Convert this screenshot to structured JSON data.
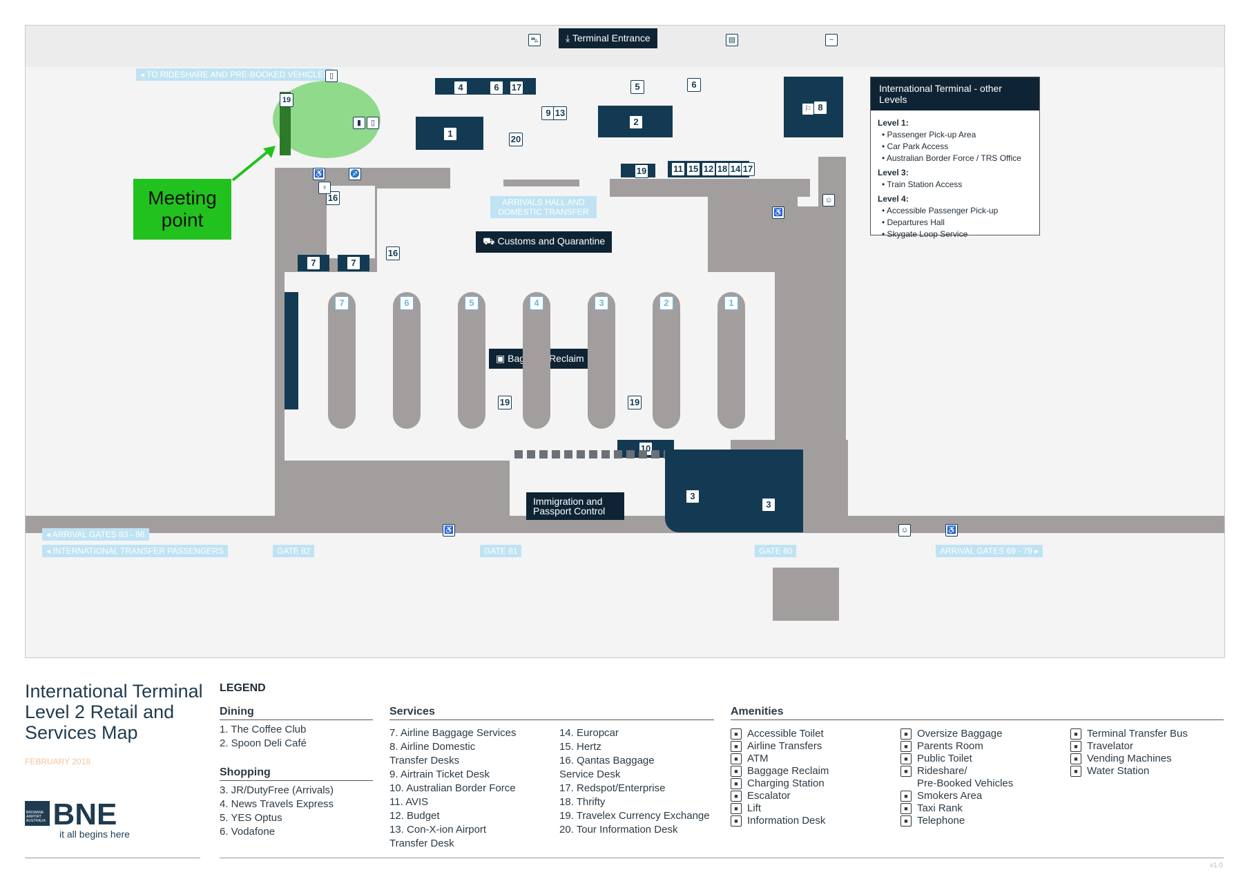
{
  "map": {
    "terminal_entrance": "Terminal Entrance",
    "to_rideshare": "TO RIDESHARE AND PRE-BOOKED VEHICLES",
    "meeting_point": "Meeting point",
    "arrivals_hall": "ARRIVALS HALL AND DOMESTIC TRANSFER",
    "customs": "Customs and Quarantine",
    "baggage_reclaim": "Baggage Reclaim",
    "immigration": "Immigration and Passport Control",
    "arrival_gates_left": "ARRIVAL GATES 83 - 86",
    "intl_transfer": "INTERNATIONAL TRANSFER PASSENGERS",
    "gate_82": "GATE 82",
    "gate_81": "GATE 81",
    "gate_80": "GATE 80",
    "arrival_gates_right": "ARRIVAL GATES 69 - 79",
    "carousels": [
      "7",
      "6",
      "5",
      "4",
      "3",
      "2",
      "1"
    ],
    "shop_numbers": {
      "n1": "1",
      "n2": "2",
      "n3a": "3",
      "n3b": "3",
      "n4": "4",
      "n5": "5",
      "n6a": "6",
      "n6b": "6",
      "n7a": "7",
      "n7b": "7",
      "n8": "8",
      "n9": "9",
      "n10": "10",
      "n11": "11",
      "n12": "12",
      "n13": "13",
      "n14": "14",
      "n15": "15",
      "n16a": "16",
      "n16b": "16",
      "n17a": "17",
      "n17b": "17",
      "n18": "18",
      "n19a": "19",
      "n19b": "19",
      "n19c": "19",
      "n19d": "19",
      "n20": "20"
    },
    "other_levels": {
      "title": "International Terminal - other Levels",
      "levels": [
        {
          "name": "Level 1:",
          "items": [
            "Passenger Pick-up Area",
            "Car Park Access",
            "Australian Border Force / TRS Office"
          ]
        },
        {
          "name": "Level 3:",
          "items": [
            "Train Station Access"
          ]
        },
        {
          "name": "Level 4:",
          "items": [
            "Accessible Passenger Pick-up",
            "Departures Hall",
            "Skygate Loop Service"
          ]
        }
      ]
    }
  },
  "footer": {
    "title_line1": "International Terminal",
    "title_line2": "Level 2 Retail and",
    "title_line3": "Services Map",
    "date": "FEBRUARY 2018",
    "logo_text": "BNE",
    "logo_small": "BRISBANE AIRPORT AUSTRALIA",
    "tagline": "it all begins here",
    "version": "v1.0",
    "legend_title": "LEGEND",
    "dining": {
      "title": "Dining",
      "items": [
        "1.   The Coffee Club",
        "2.   Spoon Deli Café"
      ]
    },
    "shopping": {
      "title": "Shopping",
      "items": [
        "3.   JR/DutyFree (Arrivals)",
        "4.   News Travels Express",
        "5.   YES Optus",
        "6.   Vodafone"
      ]
    },
    "services": {
      "title": "Services",
      "col1": [
        "7.    Airline Baggage Services",
        "8.    Airline Domestic\n       Transfer Desks",
        "9.    Airtrain Ticket Desk",
        "10.  Australian Border Force",
        "11.   AVIS",
        "12.  Budget",
        "13.  Con-X-ion Airport\n       Transfer Desk"
      ],
      "col2": [
        "14.  Europcar",
        "15.  Hertz",
        "16.  Qantas Baggage\n       Service Desk",
        "17.  Redspot/Enterprise",
        "18.  Thrifty",
        "19.  Travelex Currency Exchange",
        "20.  Tour Information Desk"
      ]
    },
    "amenities": {
      "title": "Amenities",
      "col1": [
        "Accessible Toilet",
        "Airline Transfers",
        "ATM",
        "Baggage Reclaim",
        "Charging Station",
        "Escalator",
        "Lift",
        "Information Desk"
      ],
      "col2": [
        "Oversize Baggage",
        "Parents Room",
        "Public Toilet",
        "Rideshare/\nPre-Booked Vehicles",
        "Smokers Area",
        "Taxi Rank",
        "Telephone"
      ],
      "col3": [
        "Terminal Transfer Bus",
        "Travelator",
        "Vending Machines",
        "Water Station"
      ]
    }
  },
  "colors": {
    "navy": "#133a52",
    "grey": "#a39e9e",
    "meeting_green": "#22c21e",
    "light_blue": "#bfe3f3"
  }
}
